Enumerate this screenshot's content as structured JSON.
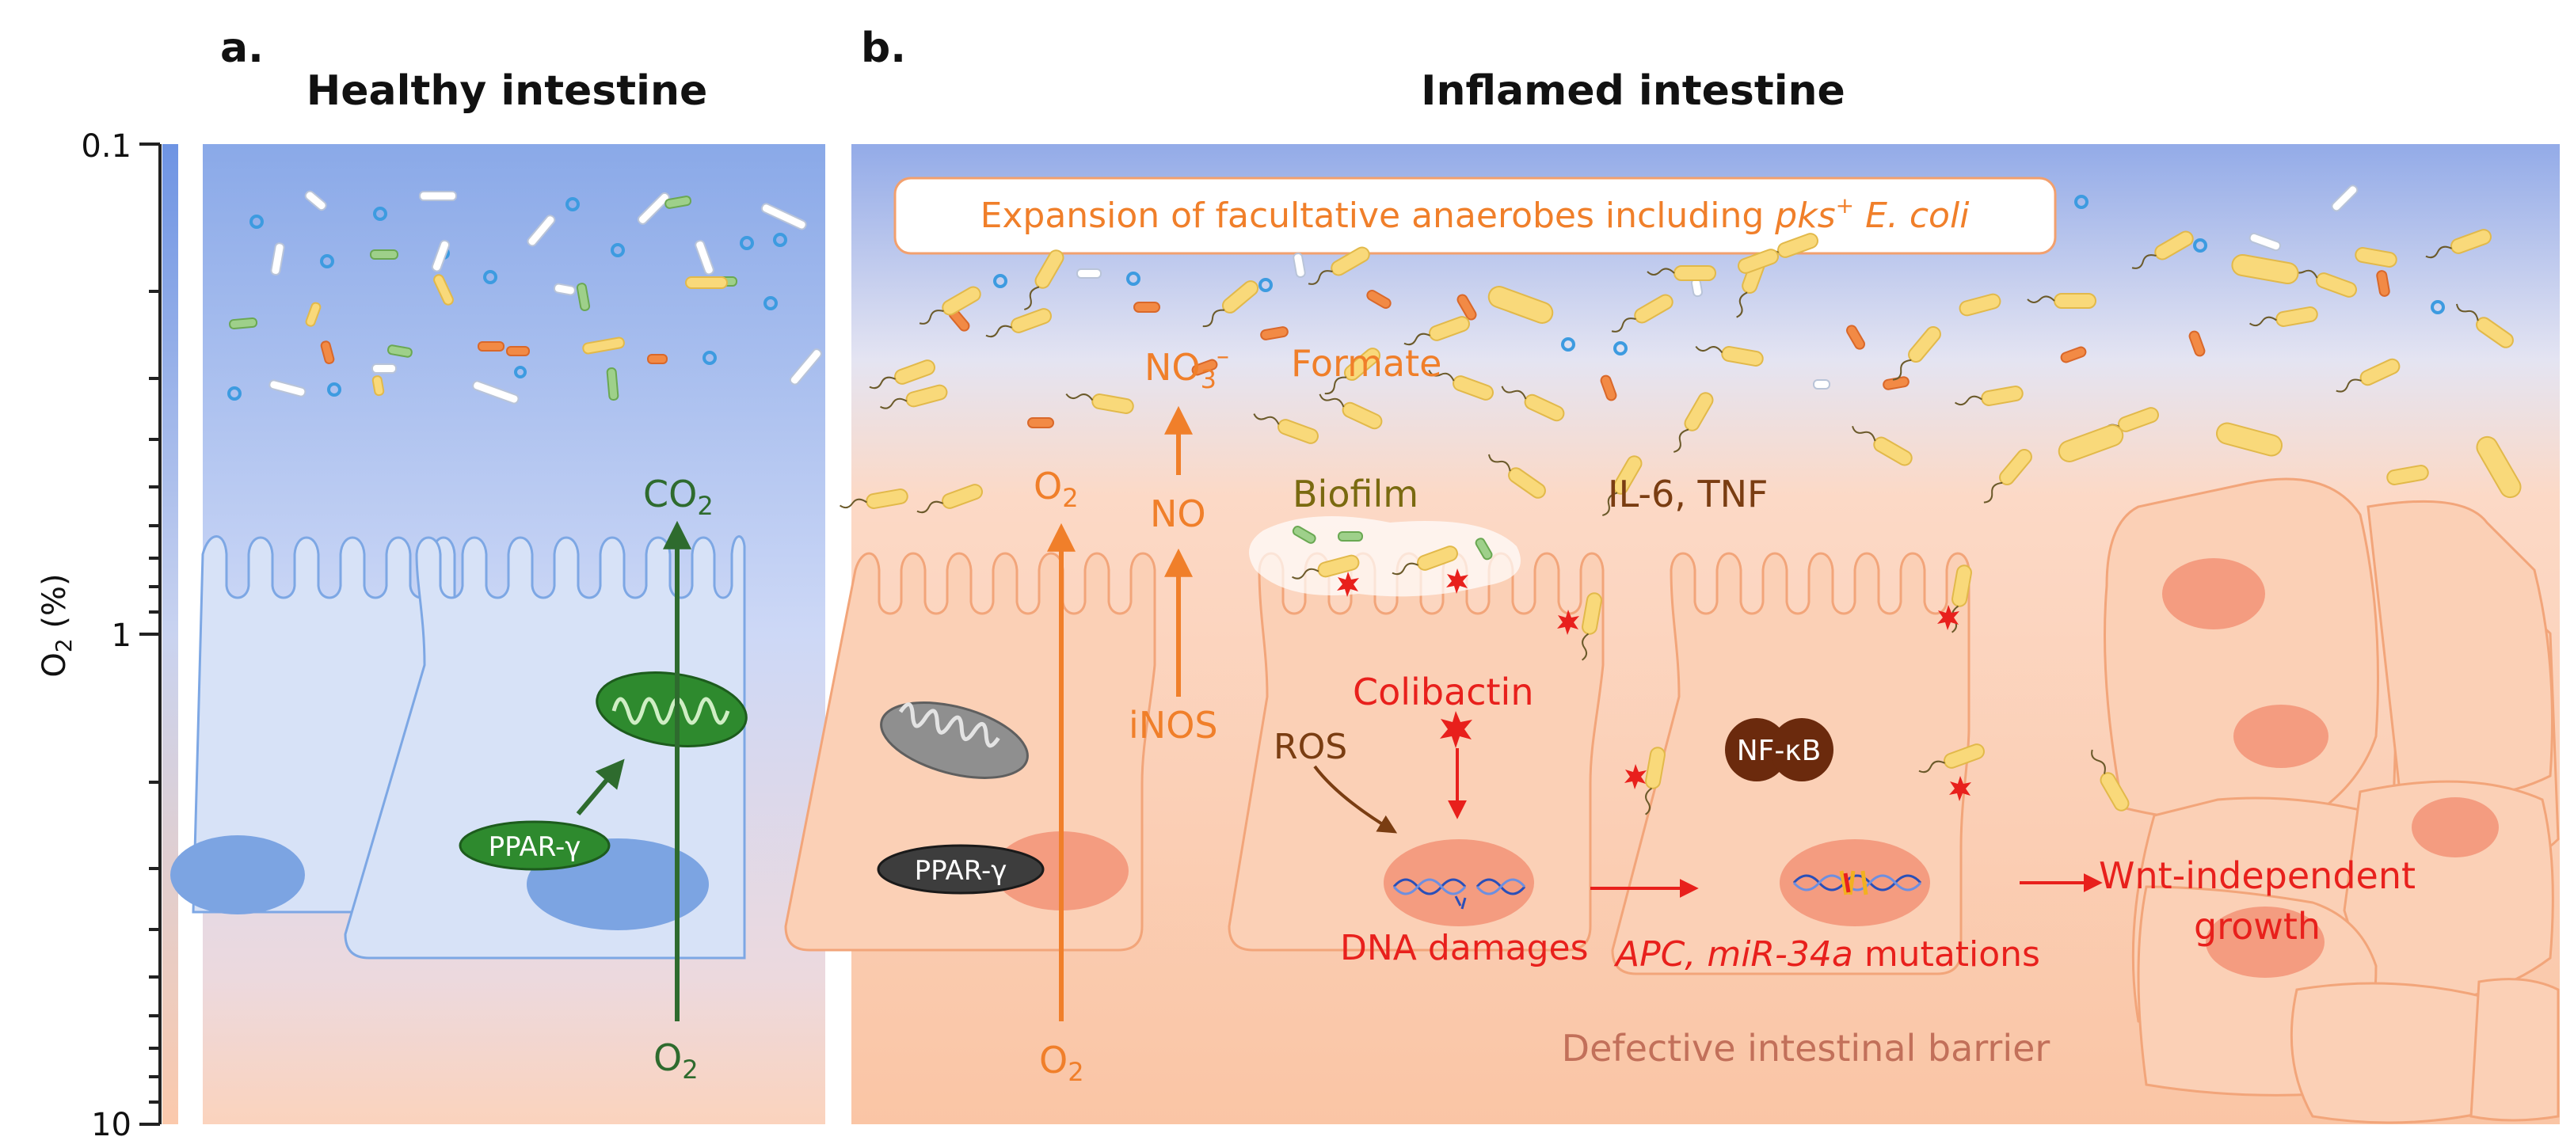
{
  "panel_a": {
    "letter": "a.",
    "title": "Healthy intestine",
    "ppar": "PPAR-γ",
    "co2": "CO",
    "co2_sub": "2",
    "o2": "O",
    "o2_sub": "2"
  },
  "panel_b": {
    "letter": "b.",
    "title": "Inflamed intestine",
    "banner_text": "Expansion of facultative anaerobes including ",
    "banner_italic": "pks",
    "banner_sup": "+",
    "banner_italic2": " E. coli",
    "formate": "Formate",
    "no3": "NO",
    "no3_sub": "3",
    "no3_sup": "–",
    "no": "NO",
    "inos": "iNOS",
    "o2_top": "O",
    "o2_top_sub": "2",
    "o2_bottom": "O",
    "o2_bottom_sub": "2",
    "biofilm": "Biofilm",
    "cytokines": "IL-6, TNF",
    "colibactin": "Colibactin",
    "ros": "ROS",
    "nfkb": "NF-κB",
    "ppar": "PPAR-γ",
    "dna_damages": "DNA damages",
    "mutations_italic": "APC, miR-34a",
    "mutations_rest": " mutations",
    "wnt_line1": "Wnt-independent",
    "wnt_line2": "growth",
    "barrier": "Defective intestinal barrier"
  },
  "o2_axis": {
    "label": "O",
    "label_sub": "2",
    "label_unit": " (%)",
    "scale": "log",
    "ticks": [
      "0.1",
      "1",
      "10"
    ]
  },
  "colors": {
    "healthy_green": "#2e6b2e",
    "inflamed_orange": "#f07f2a",
    "damage_red": "#e8201c",
    "brown": "#7a3d12",
    "olive": "#7a6a10",
    "barrier_text": "#c2705a"
  }
}
